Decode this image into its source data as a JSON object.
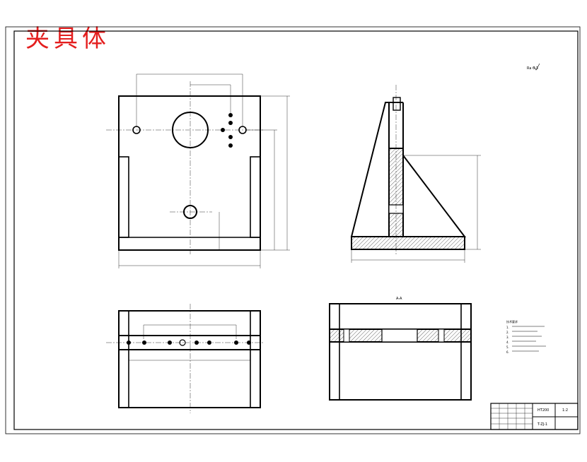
{
  "drawing": {
    "title": "夹具体",
    "roughness_note": "Ra 6.3",
    "tech_requirements": {
      "heading": "技术要求",
      "lines": [
        "1.",
        "2.",
        "3.",
        "4.",
        "5.",
        "6."
      ]
    },
    "title_block": {
      "material": "HT200",
      "drawing_no": "T-ZJ-1",
      "scale": "1:2",
      "cells": [
        "",
        "",
        "",
        ""
      ]
    },
    "section_label": "A-A"
  }
}
